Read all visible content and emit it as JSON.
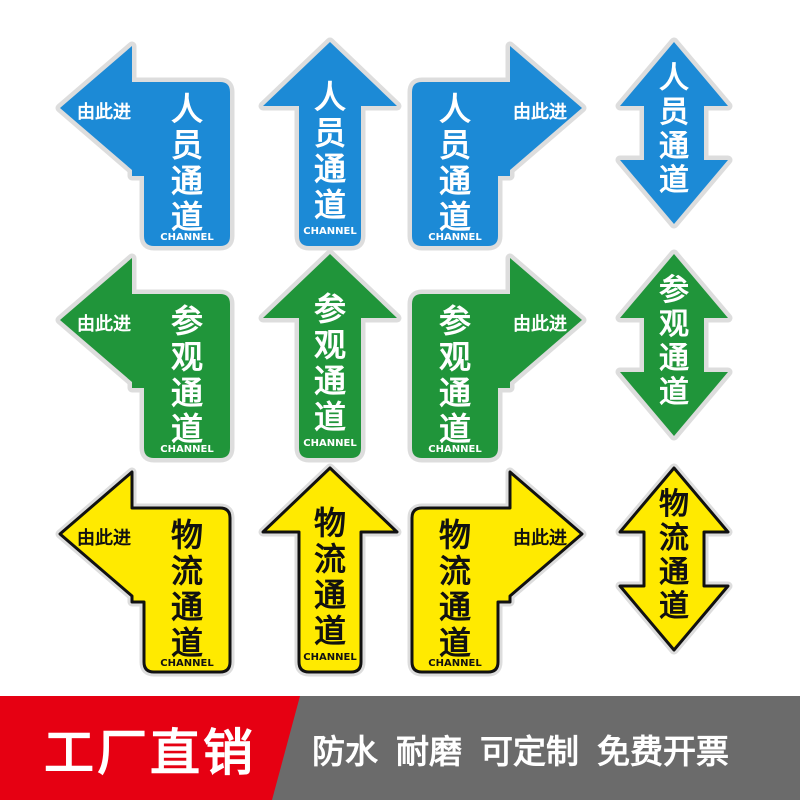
{
  "signs": {
    "enter_here": "由此进",
    "channel": "CHANNEL",
    "rows": [
      {
        "color": "#1c8ad6",
        "text_color": "#ffffff",
        "chars": [
          "人",
          "员",
          "通",
          "道"
        ]
      },
      {
        "color": "#20953a",
        "text_color": "#ffffff",
        "chars": [
          "参",
          "观",
          "通",
          "道"
        ]
      },
      {
        "color": "#ffea00",
        "text_color": "#111111",
        "chars": [
          "物",
          "流",
          "通",
          "道"
        ]
      }
    ]
  },
  "footer": {
    "headline": "工厂直销",
    "features": [
      "防水",
      "耐磨",
      "可定制",
      "免费开票"
    ],
    "accent_color": "#e60012",
    "bar_color": "#6b6b6b"
  }
}
